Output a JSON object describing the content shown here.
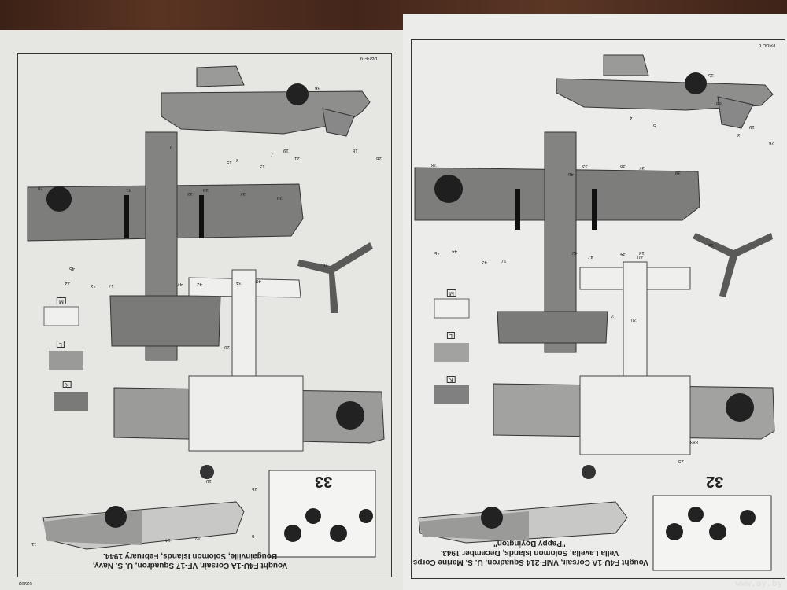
{
  "left_page": {
    "page_label": "PAGE 9",
    "step_number": "33",
    "code": "03983",
    "caption_line1": "Vought F4U-1A Corsair, VF-17 Squadron, U. S. Navy,",
    "caption_line2": "Bougainville, Solomon Islands, February 1944.",
    "color_chips": [
      {
        "label": "M",
        "color": "#f0f0ee"
      },
      {
        "label": "L",
        "color": "#9a9a98"
      },
      {
        "label": "K",
        "color": "#7a7a78"
      }
    ],
    "callouts": [
      "36",
      "18",
      "9",
      "26",
      "19",
      "21",
      "8",
      "15",
      "13",
      "7",
      "28",
      "41",
      "33",
      "38",
      "37",
      "39",
      "45",
      "44",
      "43",
      "17",
      "42",
      "47",
      "34",
      "40",
      "16",
      "20",
      "10",
      "25",
      "12",
      "14",
      "6",
      "11"
    ]
  },
  "right_page": {
    "page_label": "PAGE 8",
    "step_number": "32",
    "caption_line1": "Vought F4U-1A Corsair, VMF-214 Squadron, U. S. Marine Corps,",
    "caption_line2": "Vella Lavella, Solomon Islands, December 1943.",
    "caption_line3": "\"Pappy Boyington\"",
    "color_chips": [
      {
        "label": "M",
        "color": "#f0f0ee"
      },
      {
        "label": "L",
        "color": "#a2a2a0"
      },
      {
        "label": "K",
        "color": "#808080"
      }
    ],
    "callouts": [
      "35",
      "86",
      "4",
      "5",
      "3",
      "19",
      "26",
      "28",
      "46",
      "33",
      "38",
      "37",
      "39",
      "18",
      "45",
      "44",
      "43",
      "17",
      "42",
      "47",
      "34",
      "40",
      "16",
      "20",
      "2",
      "1",
      "25",
      "883"
    ]
  },
  "watermark": "www.ay.by"
}
